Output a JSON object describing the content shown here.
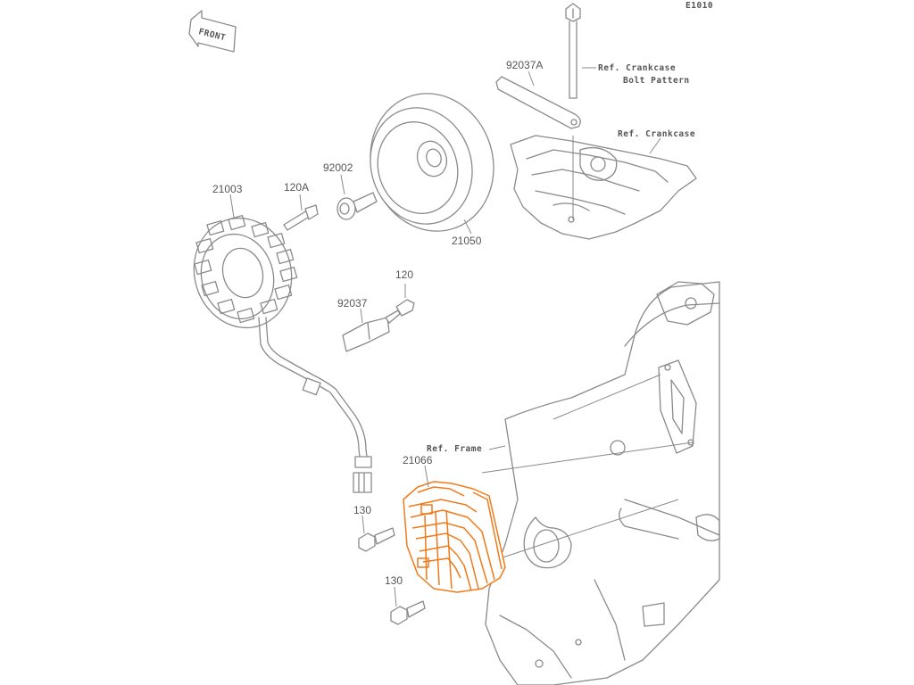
{
  "diagram": {
    "corner_code": "E1010",
    "front_marker": "FRONT",
    "parts": [
      {
        "id": "21003",
        "label": "21003"
      },
      {
        "id": "120A",
        "label": "120A"
      },
      {
        "id": "92002",
        "label": "92002"
      },
      {
        "id": "21050",
        "label": "21050"
      },
      {
        "id": "92037A",
        "label": "92037A"
      },
      {
        "id": "120",
        "label": "120"
      },
      {
        "id": "92037",
        "label": "92037"
      },
      {
        "id": "21066",
        "label": "21066",
        "highlighted": true
      },
      {
        "id": "130a",
        "label": "130"
      },
      {
        "id": "130b",
        "label": "130"
      }
    ],
    "references": {
      "crankcase_bolt_1": "Ref. Crankcase",
      "crankcase_bolt_2": "Bolt Pattern",
      "crankcase": "Ref. Crankcase",
      "frame": "Ref. Frame"
    },
    "colors": {
      "line": "#8a8a8a",
      "highlight": "#f07a1a",
      "text": "#555555"
    }
  }
}
